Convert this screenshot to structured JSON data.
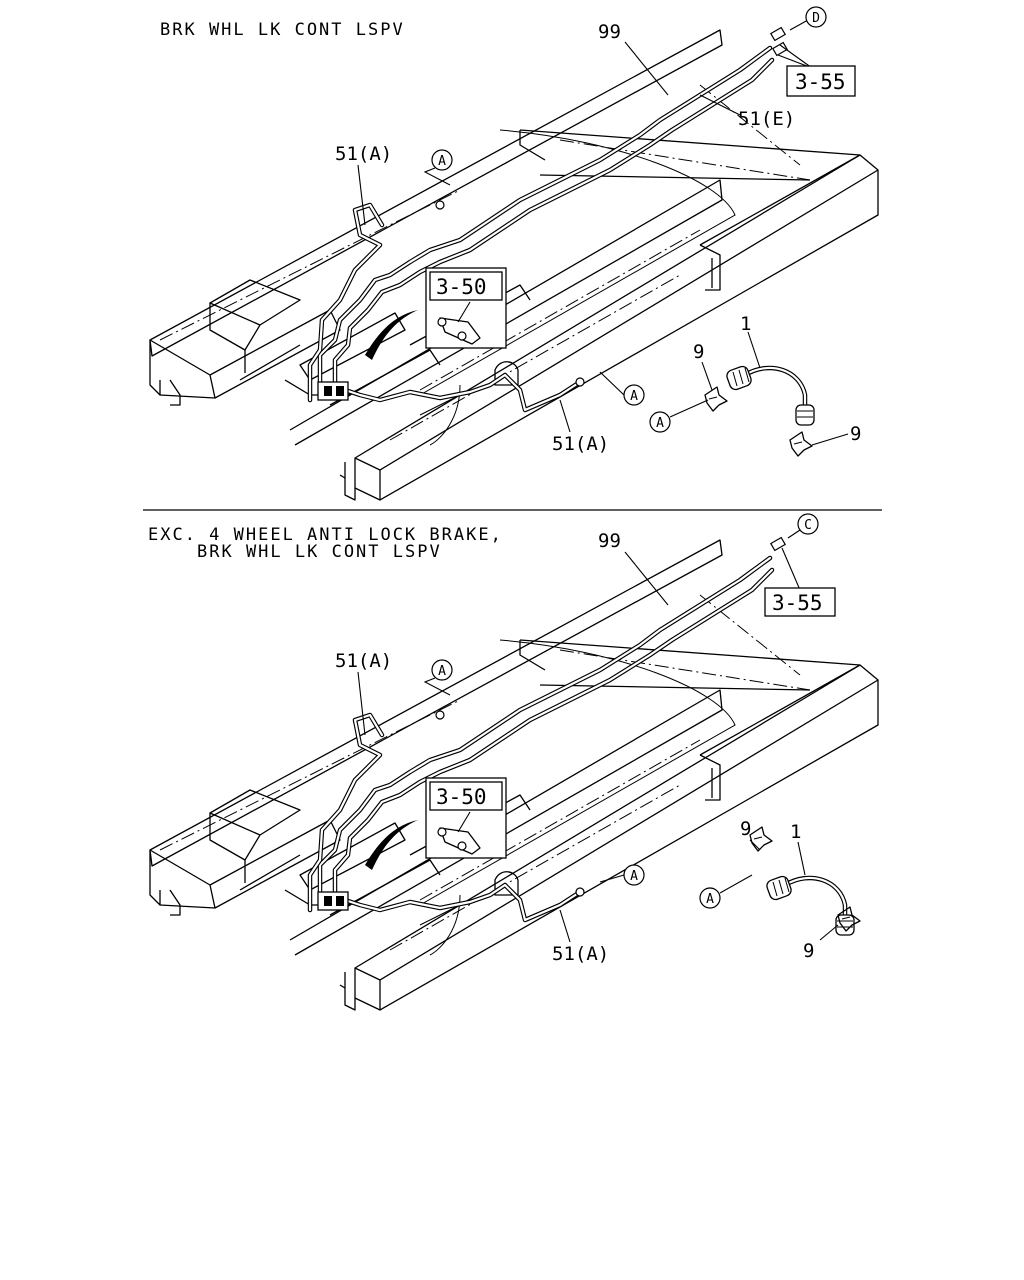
{
  "diagrams": [
    {
      "heading_lines": [
        "BRK WHL LK CONT LSPV"
      ],
      "callouts": {
        "pipe_main": "99",
        "pipe_front": "51(A)",
        "pipe_rear": "51(A)",
        "pipe_extra": "51(E)",
        "hose": "1",
        "clip_upper": "9",
        "clip_lower": "9"
      },
      "refs": {
        "ref_top": "3-55",
        "ref_mid": "3-50"
      },
      "circles": {
        "end_marker": "D",
        "marker_a1": "A",
        "marker_a2": "A",
        "marker_a3": "A"
      }
    },
    {
      "heading_lines": [
        "EXC. 4 WHEEL ANTI LOCK BRAKE,",
        "BRK WHL LK CONT LSPV"
      ],
      "callouts": {
        "pipe_main": "99",
        "pipe_front": "51(A)",
        "pipe_rear": "51(A)",
        "hose": "1",
        "clip_upper": "9",
        "clip_lower": "9"
      },
      "refs": {
        "ref_top": "3-55",
        "ref_mid": "3-50"
      },
      "circles": {
        "end_marker": "C",
        "marker_a1": "A",
        "marker_a2": "A",
        "marker_a3": "A"
      }
    }
  ]
}
